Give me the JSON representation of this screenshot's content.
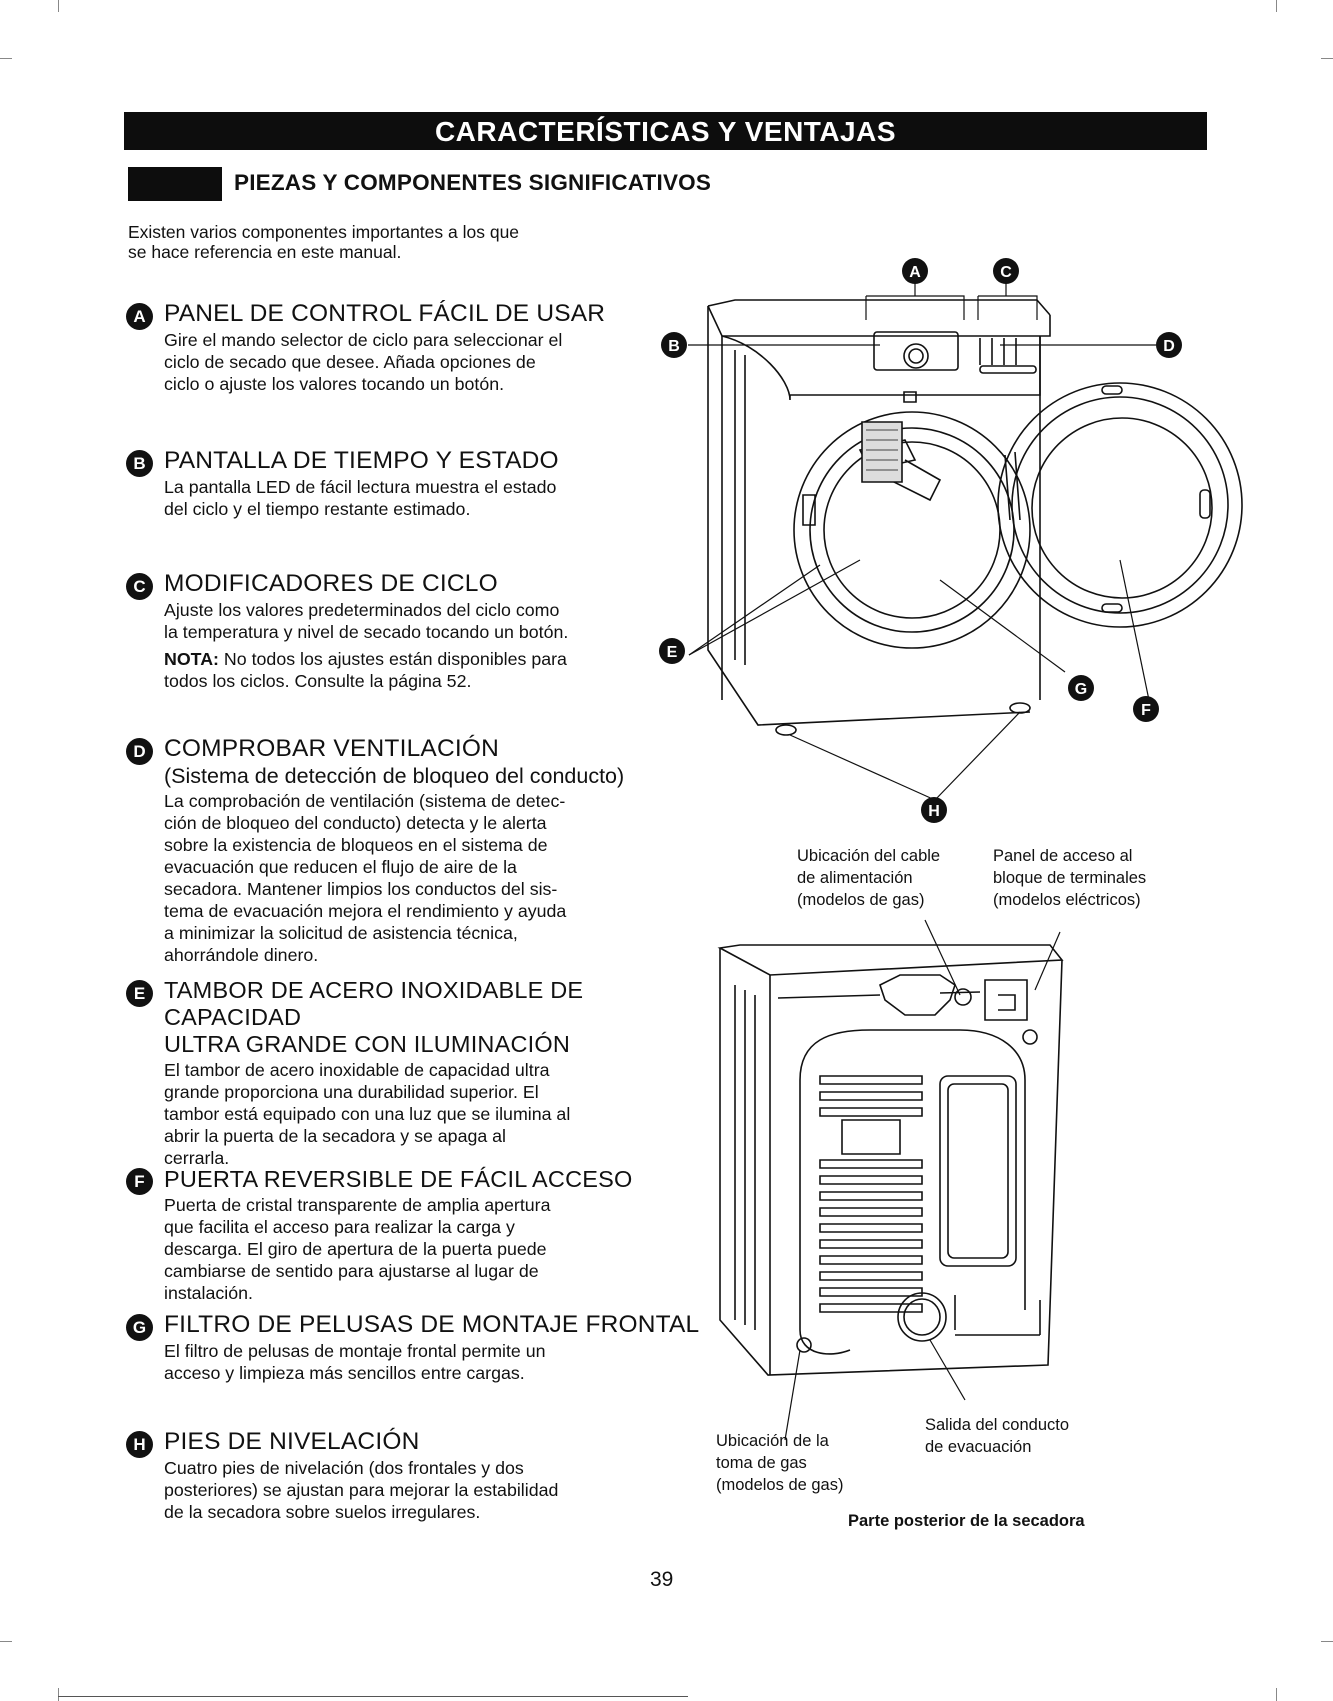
{
  "header": {
    "banner_title": "CARACTERÍSTICAS Y VENTAJAS",
    "section_title": "PIEZAS Y COMPONENTES SIGNIFICATIVOS"
  },
  "intro": "Existen varios componentes importantes a los que\nse hace referencia en este manual.",
  "features": [
    {
      "letter": "A",
      "title": "PANEL DE CONTROL FÁCIL DE USAR",
      "body": "Gire el mando selector de ciclo para seleccionar el\nciclo de secado que desee. Añada opciones de\nciclo o ajuste los valores tocando un botón."
    },
    {
      "letter": "B",
      "title": "PANTALLA DE TIEMPO Y ESTADO",
      "body": "La pantalla LED de fácil lectura muestra el estado\ndel ciclo y el tiempo restante estimado."
    },
    {
      "letter": "C",
      "title": "MODIFICADORES DE CICLO",
      "body": "Ajuste los valores predeterminados del ciclo como\nla temperatura y nivel de secado tocando un botón.",
      "note_label": "NOTA:",
      "note_text": " No todos los ajustes están disponibles para\ntodos los ciclos. Consulte la página 52."
    },
    {
      "letter": "D",
      "title": "COMPROBAR VENTILACIÓN",
      "subtitle": "(Sistema de detección de bloqueo del conducto)",
      "body": "La comprobación de ventilación (sistema de detec-\nción de bloqueo del conducto) detecta y le alerta\nsobre la existencia de bloqueos en el sistema de\nevacuación que reducen el flujo de aire de la\nsecadora. Mantener limpios los conductos del sis-\ntema de evacuación mejora el rendimiento y ayuda\na minimizar la solicitud de asistencia técnica,\nahorrándole dinero."
    },
    {
      "letter": "E",
      "title": "TAMBOR DE ACERO INOXIDABLE DE CAPACIDAD\nULTRA GRANDE CON ILUMINACIÓN",
      "body": "El tambor de acero inoxidable de capacidad ultra\ngrande proporciona una durabilidad superior. El\ntambor está equipado con una luz que se ilumina al\nabrir la puerta de la secadora y se apaga al\ncerrarla."
    },
    {
      "letter": "F",
      "title": "PUERTA REVERSIBLE DE FÁCIL ACCESO",
      "body": "Puerta de cristal transparente de amplia apertura\nque facilita el acceso para realizar la carga y\ndescarga. El giro de apertura de la puerta puede\ncambiarse de sentido para ajustarse al lugar de\ninstalación."
    },
    {
      "letter": "G",
      "title": "FILTRO DE PELUSAS DE MONTAJE FRONTAL",
      "body": "El filtro de pelusas de montaje frontal permite un\nacceso y limpieza más sencillos entre cargas."
    },
    {
      "letter": "H",
      "title": "PIES DE NIVELACIÓN",
      "body": "Cuatro pies de nivelación (dos frontales y dos\nposteriores) se ajustan para mejorar la estabilidad\nde la secadora sobre suelos irregulares."
    }
  ],
  "diagram": {
    "callouts": [
      "A",
      "B",
      "C",
      "D",
      "E",
      "F",
      "G",
      "H"
    ],
    "rear_captions": {
      "power_cord": "Ubicación del cable\nde alimentación\n(modelos de gas)",
      "terminal_panel": "Panel de acceso al\nbloque de terminales\n(modelos eléctricos)",
      "gas_inlet": "Ubicación de la\ntoma de gas\n(modelos de gas)",
      "exhaust_outlet": "Salida del conducto\nde evacuación"
    },
    "rear_title": "Parte posterior de la secadora"
  },
  "footer": {
    "page_number": "39"
  }
}
